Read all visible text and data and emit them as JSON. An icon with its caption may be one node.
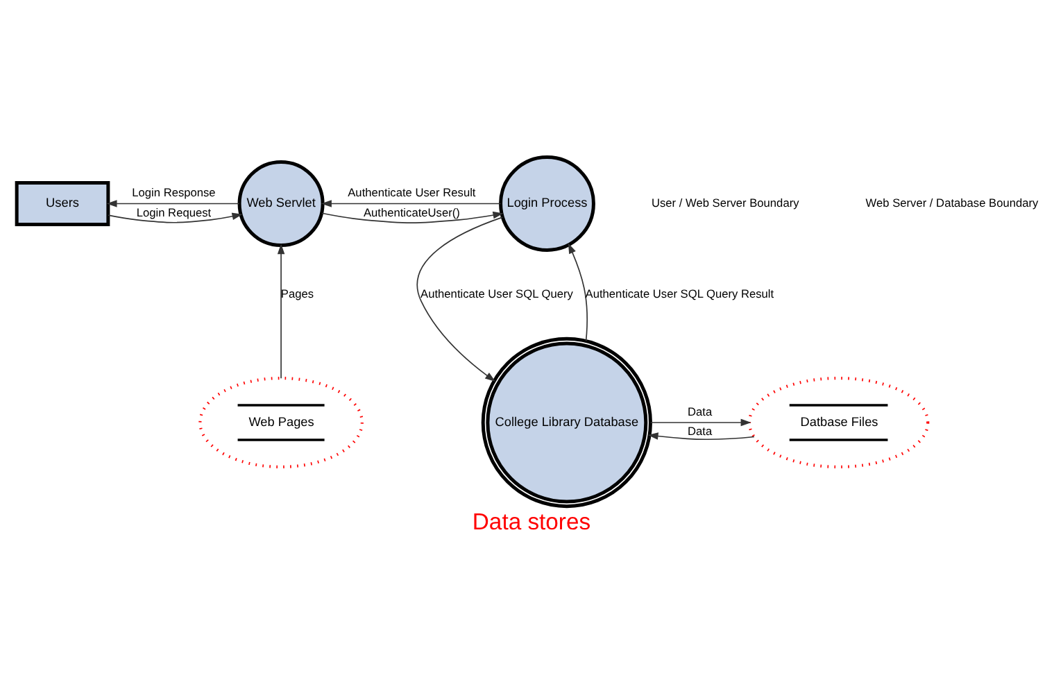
{
  "diagram": {
    "caption": "Data stores",
    "nodes": [
      {
        "text": [
          "Users"
        ]
      },
      {
        "text": [
          "Web Servlet"
        ]
      },
      {
        "text": [
          "Login Process"
        ]
      },
      {
        "text": [
          "Web Pages"
        ]
      },
      {
        "text": [
          "College Library Database"
        ]
      },
      {
        "text": [
          "Datbase Files"
        ]
      }
    ],
    "edges": [
      {
        "from": 0,
        "to": 1,
        "arrow": "to",
        "label": "Login Request"
      },
      {
        "from": 1,
        "to": 0,
        "arrow": "to",
        "label": "Login Response"
      },
      {
        "from": 1,
        "to": 2,
        "arrow": "to",
        "label": "AuthenticateUser()"
      },
      {
        "from": 2,
        "to": 1,
        "arrow": "to",
        "label": "Authenticate User Result"
      },
      {
        "from": 3,
        "to": 1,
        "arrow": "to",
        "label": "Pages"
      },
      {
        "from": 4,
        "to": 2,
        "arrow": "to",
        "label": "Authenticate User SQL Query Result"
      },
      {
        "from": 2,
        "to": 4,
        "arrow": "to",
        "label": "Authenticate User SQL Query"
      },
      {
        "from": 4,
        "to": 5,
        "arrow": "to",
        "label": "Data"
      },
      {
        "from": 5,
        "to": 4,
        "arrow": "to",
        "label": "Data"
      }
    ],
    "labels": [
      "User / Web Server Boundary",
      "Web Server / Database Boundary"
    ]
  }
}
